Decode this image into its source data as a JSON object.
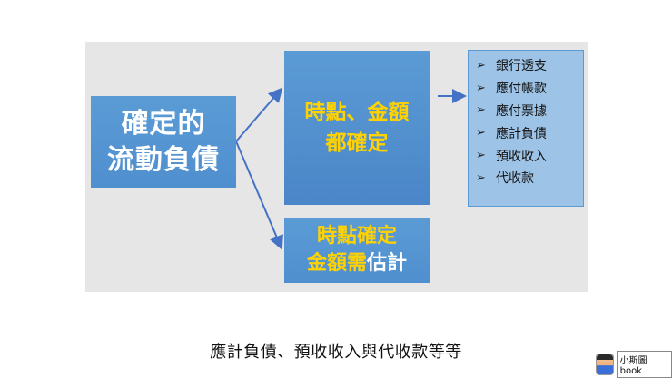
{
  "diagram": {
    "main_line1": "確定的",
    "main_line2": "流動負債",
    "top_line1": "時點、金額",
    "top_line2": "都確定",
    "bottom_line1": "時點確定",
    "bottom_line2_a": "金額需",
    "bottom_line2_b": "估計",
    "list_items": [
      "銀行透支",
      "應付帳款",
      "應付票據",
      "應計負債",
      "預收收入",
      "代收款"
    ],
    "bullet": "➢"
  },
  "caption": "應計負債、預收收入與代收款等等",
  "watermark": "小斯圖book",
  "colors": {
    "box_blue": "#5b9bd5",
    "highlight_yellow": "#ffd200",
    "list_bg": "#9dc3e6",
    "arrow": "#4472c4"
  }
}
